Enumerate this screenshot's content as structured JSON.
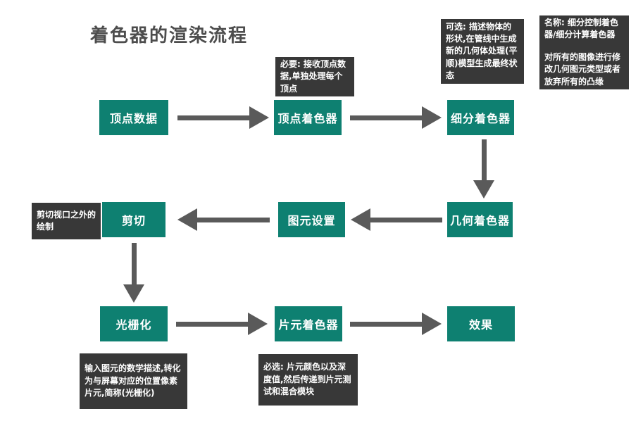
{
  "title": "着色器的渲染流程",
  "colors": {
    "node_fill": "#0E8071",
    "note_fill": "#383838",
    "arrow": "#5A5A5A",
    "title_text": "#4D4D4D",
    "node_text": "#FFFFFF"
  },
  "nodes": {
    "vertex_data": "顶点数据",
    "vertex_shader": "顶点着色器",
    "tessellation_shader": "细分着色器",
    "geometry_shader": "几何着色器",
    "primitive_setup": "图元设置",
    "clipping": "剪切",
    "rasterization": "光栅化",
    "fragment_shader": "片元着色器",
    "effect": "效果"
  },
  "notes": {
    "vertex_shader_note": "必要: 接收顶点数据,单独处理每个顶点",
    "tessellation_note": "可选: 描述物体的形状,在管线中生成新的几何体处理(平顺)模型生成最终状态",
    "tessellation_name_line1": "名称: 细分控制着色器/细分计算着色器",
    "tessellation_name_line2": "对所有的图像进行修改几何图元类型或者放弃所有的凸缘",
    "clipping_note": "剪切视口之外的绘制",
    "rasterization_note": "输入图元的数学描述,转化为与屏幕对应的位置像素片元,简称(光栅化)",
    "fragment_note": "必选: 片元颜色以及深度值,然后传递到片元测试和混合模块"
  }
}
